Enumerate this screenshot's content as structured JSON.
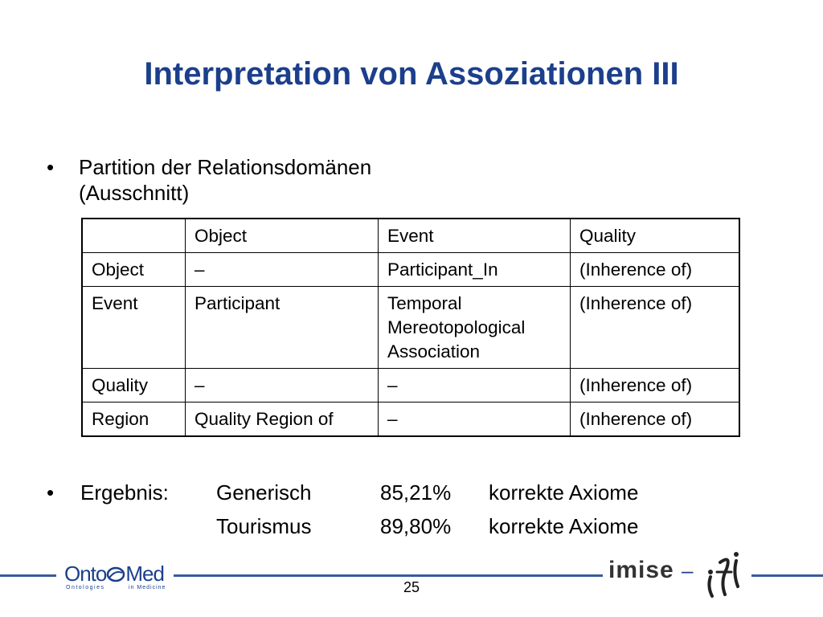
{
  "slide": {
    "title": "Interpretation von Assoziationen III",
    "page_number": "25"
  },
  "bullet1": {
    "marker": "•",
    "line1": "Partition der Relationsdomänen",
    "line2": "(Ausschnitt)"
  },
  "table": {
    "header": [
      "",
      "Object",
      "Event",
      "Quality"
    ],
    "rows": [
      [
        "Object",
        "–",
        "Participant_In",
        "(Inherence of)"
      ],
      [
        "Event",
        "Participant",
        "Temporal Mereotopological Association",
        "(Inherence of)"
      ],
      [
        "Quality",
        "–",
        "–",
        "(Inherence of)"
      ],
      [
        "Region",
        "Quality Region of",
        "–",
        "(Inherence of)"
      ]
    ]
  },
  "result": {
    "marker": "•",
    "label": "Ergebnis:",
    "rows": [
      {
        "category": "Generisch",
        "percent": "85,21%",
        "text": "korrekte Axiome"
      },
      {
        "category": "Tourismus",
        "percent": "89,80%",
        "text": "korrekte Axiome"
      }
    ]
  },
  "footer": {
    "logo_left_main_1": "Onto",
    "logo_left_main_2": "Med",
    "logo_left_sub_1": "Ontologies",
    "logo_left_sub_2": "in Medicine",
    "logo_right": "imise",
    "logo_right_dash": "–",
    "line_color": "#3a5a9c"
  },
  "colors": {
    "title": "#1b3f8b"
  }
}
